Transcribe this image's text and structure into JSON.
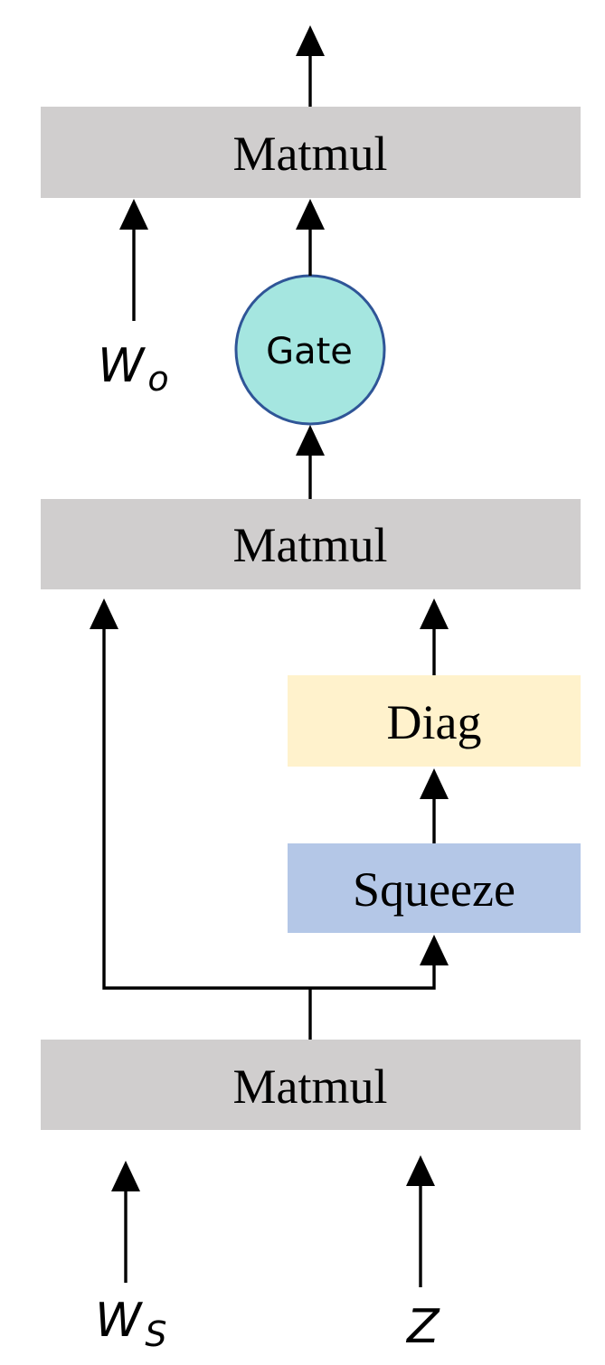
{
  "boxes": {
    "matmul_top": {
      "label": "Matmul",
      "fill": "#d0cece"
    },
    "matmul_middle": {
      "label": "Matmul",
      "fill": "#d0cece"
    },
    "matmul_bottom": {
      "label": "Matmul",
      "fill": "#d0cece"
    },
    "diag": {
      "label": "Diag",
      "fill": "#fff2cc"
    },
    "squeeze": {
      "label": "Squeeze",
      "fill": "#b4c7e7"
    }
  },
  "gate": {
    "label": "Gate",
    "fill": "#a5e6e0",
    "stroke": "#2f5597"
  },
  "inputs": {
    "w_o": {
      "base": "W",
      "sub": "o"
    },
    "w_s": {
      "base": "W",
      "sub": "S"
    },
    "z": {
      "base": "Z"
    }
  }
}
